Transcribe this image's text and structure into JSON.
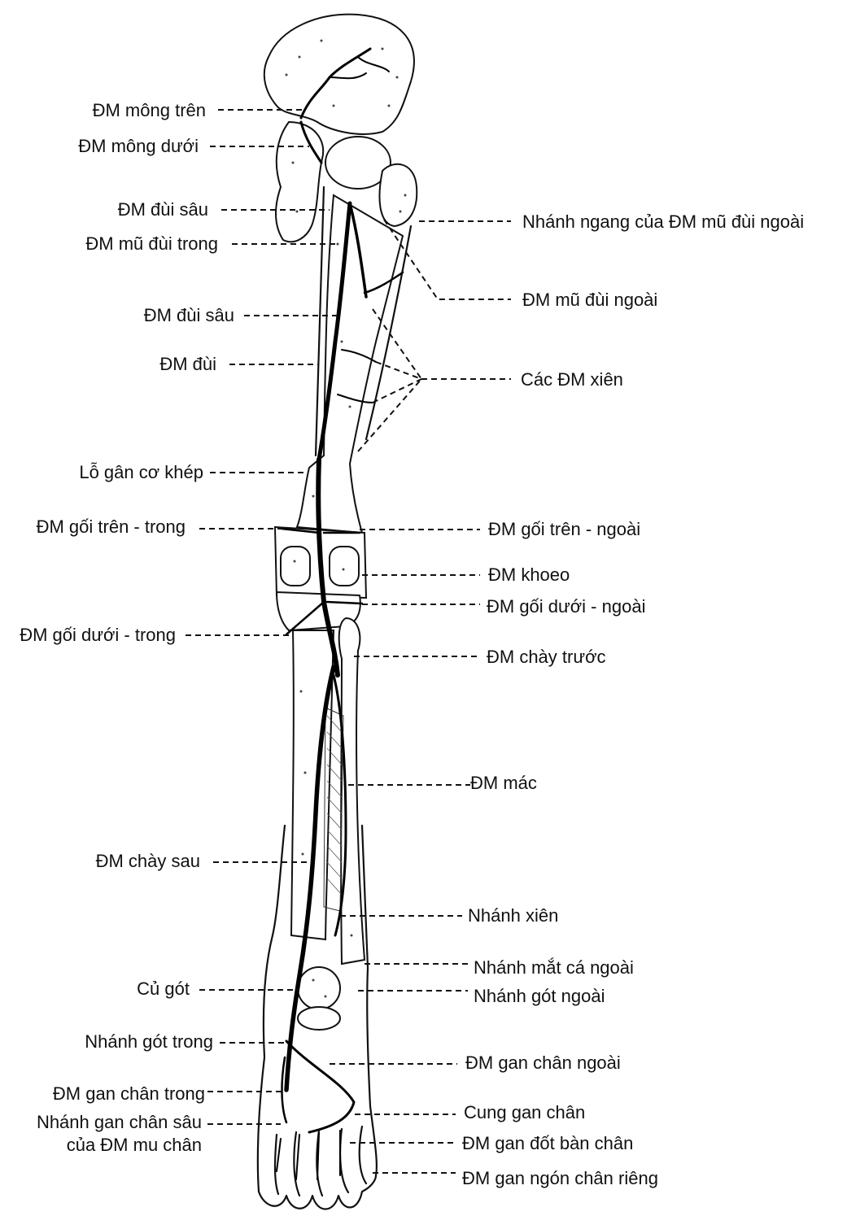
{
  "diagram": {
    "labels_left": [
      {
        "id": "dm-mong-tren",
        "text": "ĐM mông trên"
      },
      {
        "id": "dm-mong-duoi",
        "text": "ĐM mông dưới"
      },
      {
        "id": "dm-dui-sau-1",
        "text": "ĐM đùi sâu"
      },
      {
        "id": "dm-mu-dui-trong",
        "text": "ĐM mũ đùi trong"
      },
      {
        "id": "dm-dui-sau-2",
        "text": "ĐM đùi sâu"
      },
      {
        "id": "dm-dui",
        "text": "ĐM đùi"
      },
      {
        "id": "lo-gan-co-khep",
        "text": "Lỗ gân cơ khép"
      },
      {
        "id": "dm-goi-tren-trong",
        "text": "ĐM gối trên - trong"
      },
      {
        "id": "dm-goi-duoi-trong",
        "text": "ĐM gối dưới - trong"
      },
      {
        "id": "dm-chay-sau",
        "text": "ĐM chày sau"
      },
      {
        "id": "cu-got",
        "text": "Củ gót"
      },
      {
        "id": "nhanh-got-trong",
        "text": "Nhánh gót trong"
      },
      {
        "id": "dm-gan-chan-trong",
        "text": "ĐM gan chân trong"
      },
      {
        "id": "nhanh-gan-chan-sau-1",
        "text": "Nhánh gan chân sâu"
      },
      {
        "id": "nhanh-gan-chan-sau-2",
        "text": "của ĐM mu chân"
      }
    ],
    "labels_right": [
      {
        "id": "nhanh-ngang",
        "text": "Nhánh ngang của ĐM mũ đùi ngoài"
      },
      {
        "id": "dm-mu-dui-ngoai",
        "text": "ĐM mũ đùi ngoài"
      },
      {
        "id": "cac-dm-xien",
        "text": "Các ĐM xiên"
      },
      {
        "id": "dm-goi-tren-ngoai",
        "text": "ĐM gối trên - ngoài"
      },
      {
        "id": "dm-khoeo",
        "text": "ĐM khoeo"
      },
      {
        "id": "dm-goi-duoi-ngoai",
        "text": "ĐM gối dưới - ngoài"
      },
      {
        "id": "dm-chay-truoc",
        "text": "ĐM chày trước"
      },
      {
        "id": "dm-mac",
        "text": "ĐM mác"
      },
      {
        "id": "nhanh-xien",
        "text": "Nhánh xiên"
      },
      {
        "id": "nhanh-mat-ca-ngoai",
        "text": "Nhánh mắt cá ngoài"
      },
      {
        "id": "nhanh-got-ngoai",
        "text": "Nhánh gót ngoài"
      },
      {
        "id": "dm-gan-chan-ngoai",
        "text": "ĐM gan chân ngoài"
      },
      {
        "id": "cung-gan-chan",
        "text": "Cung gan chân"
      },
      {
        "id": "dm-gan-dot-ban-chan",
        "text": "ĐM gan đốt bàn chân"
      },
      {
        "id": "dm-gan-ngon-chan-rieng",
        "text": "ĐM gan ngón chân riêng"
      }
    ]
  }
}
